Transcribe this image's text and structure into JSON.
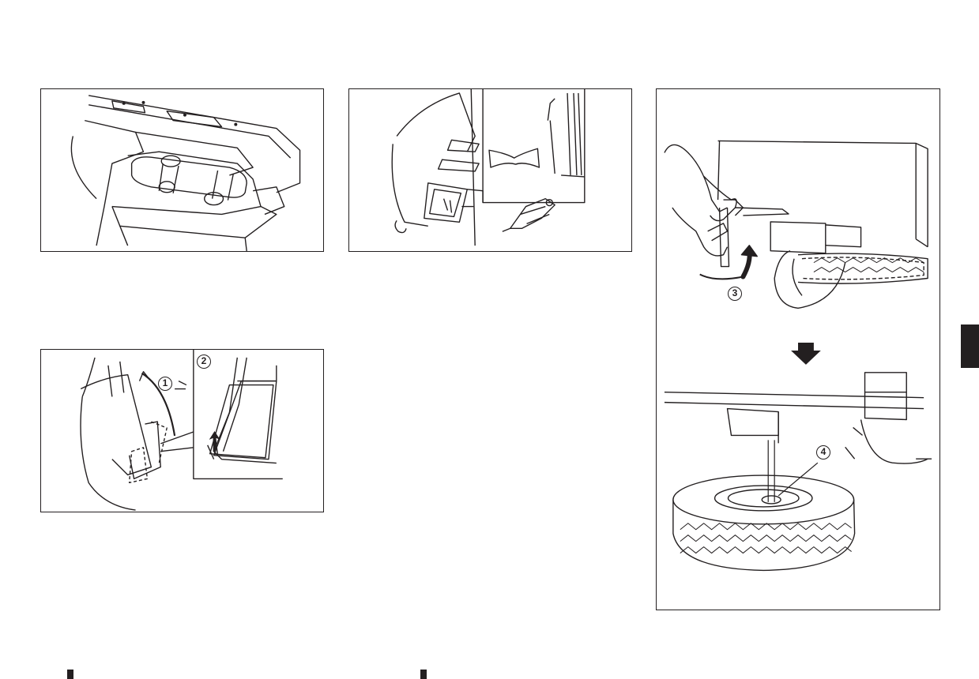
{
  "figures": [
    {
      "id": "spare-tire-hanger-illustration",
      "callouts": []
    },
    {
      "id": "tool-storage-illustration",
      "callouts": []
    },
    {
      "id": "storage-cover-open-illustration",
      "callouts": [
        "1",
        "2"
      ]
    },
    {
      "id": "spare-tire-lowering-illustration",
      "callouts": [
        "3",
        "4"
      ]
    }
  ],
  "colors": {
    "ink": "#231f20",
    "paper": "#ffffff",
    "tab": "#231f20"
  },
  "icons": [
    "down-arrow-icon",
    "curved-arrow-icon"
  ]
}
